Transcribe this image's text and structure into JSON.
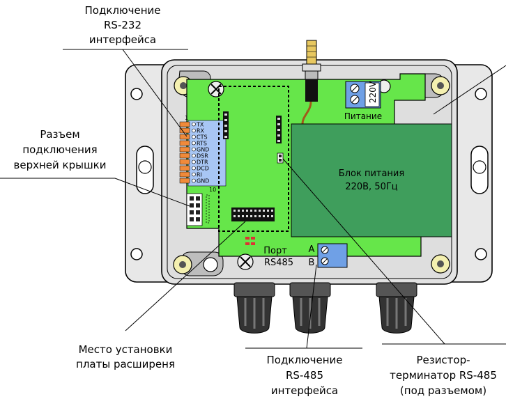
{
  "callouts": {
    "rs232_interface": [
      "Подключение",
      "RS-232",
      "интерфейса"
    ],
    "top_cover_connector": [
      "Разъем",
      "подключения",
      "верхней крышки"
    ],
    "expansion_board_place": [
      "Место установки",
      "платы расширеня"
    ],
    "rs485_interface": [
      "Подключение",
      "RS-485",
      "интерфейса"
    ],
    "rs485_terminator": [
      "Резистор-",
      "терминатор RS-485",
      "(под разъемом)"
    ]
  },
  "board": {
    "power_module": [
      "Блок питания",
      "220В, 50Гц"
    ],
    "power_label": "Питание",
    "terminal_220v": "220V",
    "port_label": [
      "Порт",
      "RS485"
    ],
    "terminal_a": "A",
    "terminal_b": "B",
    "pin_first": "1",
    "pin_last": "10",
    "rs232_pins": [
      "TX",
      "RX",
      "CTS",
      "RTS",
      "GND",
      "DSR",
      "DTR",
      "DCD",
      "RI",
      "GND"
    ]
  },
  "colors": {
    "pcb": "#66e64a",
    "enclosure": "#e6e6e6",
    "power_module": "#3f9e5c",
    "terminal_block": "#6fa0e6",
    "pin_strip": "#f08a3a",
    "cable_gland": "#333333"
  }
}
